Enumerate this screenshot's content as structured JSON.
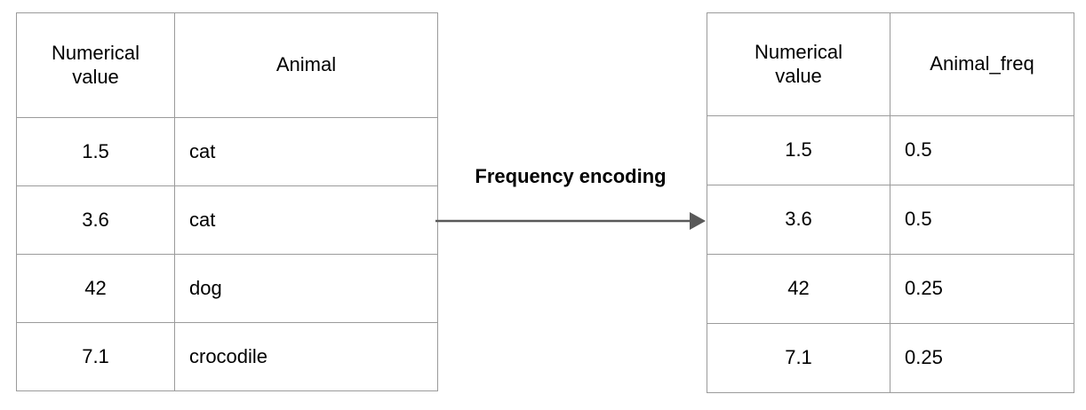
{
  "diagram": {
    "title": "Frequency encoding",
    "arrow": {
      "label": "Frequency encoding",
      "direction": "right",
      "color": "#595959",
      "icon": "arrow-right-icon"
    },
    "border_color": "#9b9b9b",
    "text_color": "#000000",
    "background_color": "#ffffff"
  },
  "left_table": {
    "name": "input-table",
    "headers": [
      "Numerical value",
      "Animal"
    ],
    "header_lines": [
      [
        "Numerical",
        "value"
      ],
      [
        "Animal"
      ]
    ],
    "rows": [
      {
        "numerical_value": "1.5",
        "animal": "cat"
      },
      {
        "numerical_value": "3.6",
        "animal": "cat"
      },
      {
        "numerical_value": "42",
        "animal": "dog"
      },
      {
        "numerical_value": "7.1",
        "animal": "crocodile"
      }
    ]
  },
  "right_table": {
    "name": "output-table",
    "headers": [
      "Numerical value",
      "Animal_freq"
    ],
    "header_lines": [
      [
        "Numerical",
        "value"
      ],
      [
        "Animal_freq"
      ]
    ],
    "rows": [
      {
        "numerical_value": "1.5",
        "animal_freq": "0.5"
      },
      {
        "numerical_value": "3.6",
        "animal_freq": "0.5"
      },
      {
        "numerical_value": "42",
        "animal_freq": "0.25"
      },
      {
        "numerical_value": "7.1",
        "animal_freq": "0.25"
      }
    ]
  }
}
